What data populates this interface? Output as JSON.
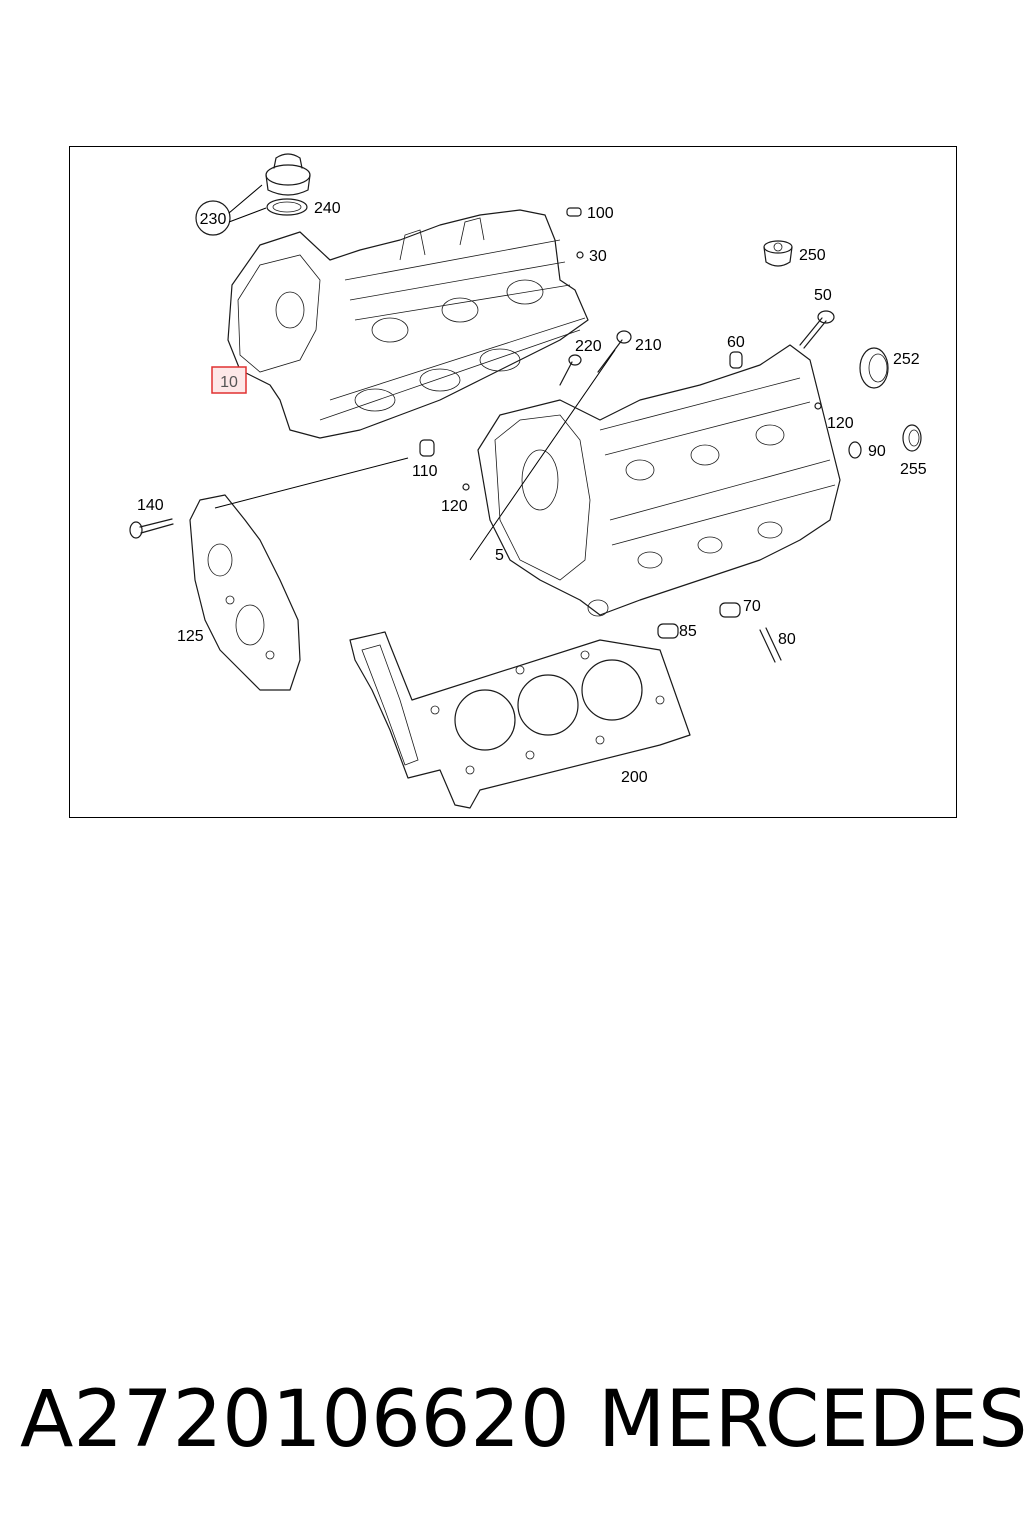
{
  "callouts": {
    "c230": "230",
    "c240": "240",
    "c100": "100",
    "c30": "30",
    "c250": "250",
    "c50": "50",
    "c252": "252",
    "c10": "10",
    "c220": "220",
    "c210": "210",
    "c60": "60",
    "c120a": "120",
    "c90": "90",
    "c255": "255",
    "c110": "110",
    "c120b": "120",
    "c140": "140",
    "c5": "5",
    "c125": "125",
    "c70": "70",
    "c85": "85",
    "c80": "80",
    "c200": "200"
  },
  "highlighted_callout": "10",
  "highlight_color": "#e03030",
  "footer": {
    "part_number": "A2720106620",
    "brand": "MERCEDES"
  }
}
